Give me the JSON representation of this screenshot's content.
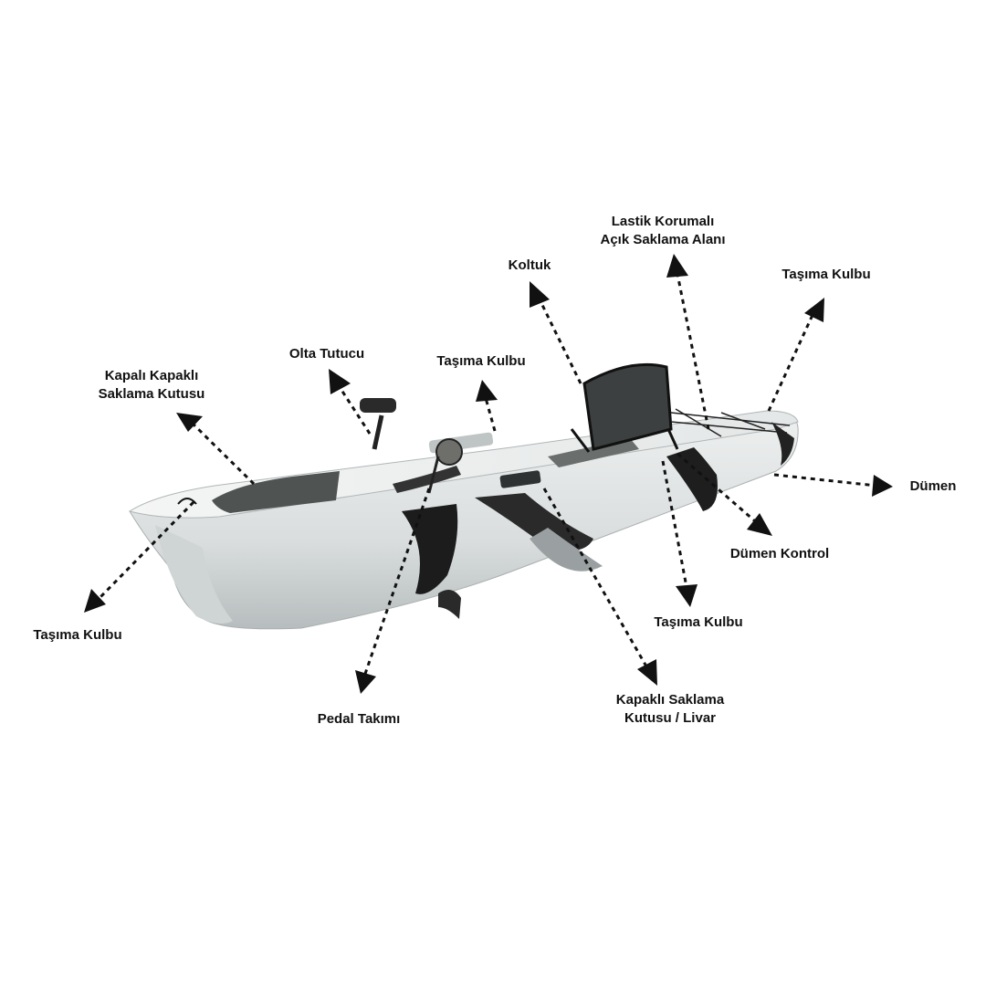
{
  "labels": {
    "storage_closed_lid_1": "Kapalı Kapaklı",
    "storage_closed_lid_2": "Saklama Kutusu",
    "rod_holder": "Olta Tutucu",
    "carry_handle_mid": "Taşıma Kulbu",
    "seat": "Koltuk",
    "open_storage_1": "Lastik Korumalı",
    "open_storage_2": "Açık Saklama Alanı",
    "carry_handle_stern": "Taşıma Kulbu",
    "rudder": "Dümen",
    "rudder_control": "Dümen Kontrol",
    "carry_handle_side": "Taşıma Kulbu",
    "hatch_livewell_1": "Kapaklı Saklama",
    "hatch_livewell_2": "Kutusu / Livar",
    "pedal_drive": "Pedal Takımı",
    "carry_handle_bow": "Taşıma Kulbu"
  },
  "colors": {
    "hull_light": "#dfe3e3",
    "hull_shadow": "#b9bfc0",
    "camo_dark": "#1c1c1c",
    "deck_pad": "#4f5352",
    "text": "#111111"
  }
}
